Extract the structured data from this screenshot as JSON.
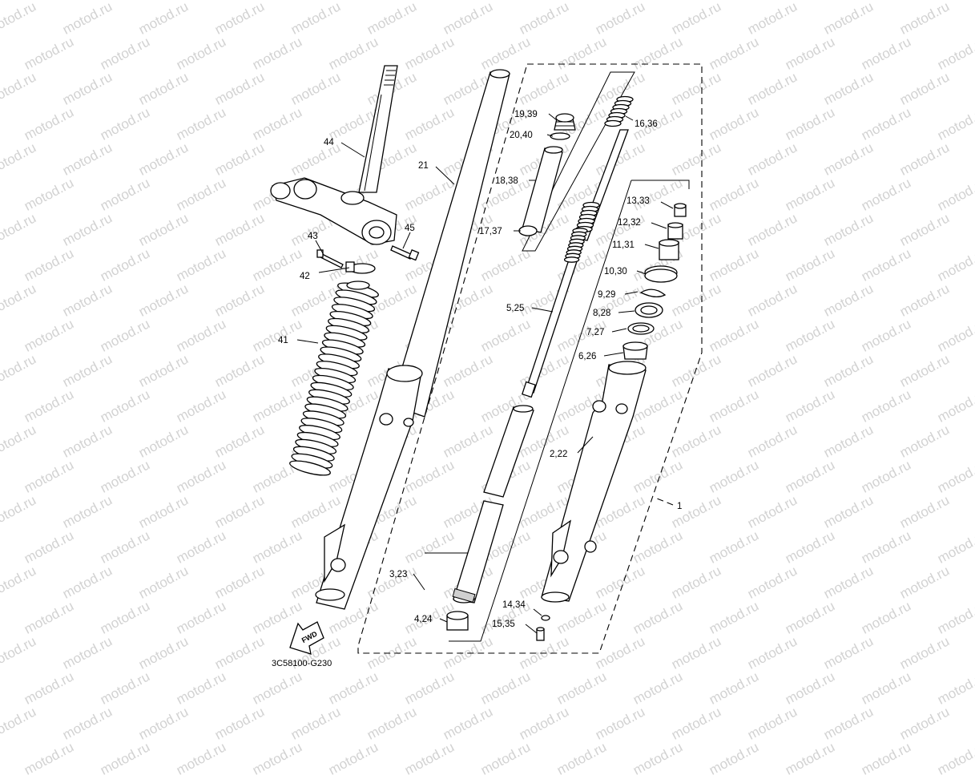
{
  "watermark": "motod.ru",
  "diagram_code": "3C58100-G230",
  "fwd_label": "FWD",
  "callouts": {
    "c1": "1",
    "c2_22": "2,22",
    "c3_23": "3,23",
    "c4_24": "4,24",
    "c5_25": "5,25",
    "c6_26": "6,26",
    "c7_27": "7,27",
    "c8_28": "8,28",
    "c9_29": "9,29",
    "c10_30": "10,30",
    "c11_31": "11,31",
    "c12_32": "12,32",
    "c13_33": "13,33",
    "c14_34": "14,34",
    "c15_35": "15,35",
    "c16_36": "16,36",
    "c17_37": "17,37",
    "c18_38": "18,38",
    "c19_39": "19,39",
    "c20_40": "20,40",
    "c21": "21",
    "c41": "41",
    "c42": "42",
    "c43": "43",
    "c44": "44",
    "c45": "45"
  }
}
